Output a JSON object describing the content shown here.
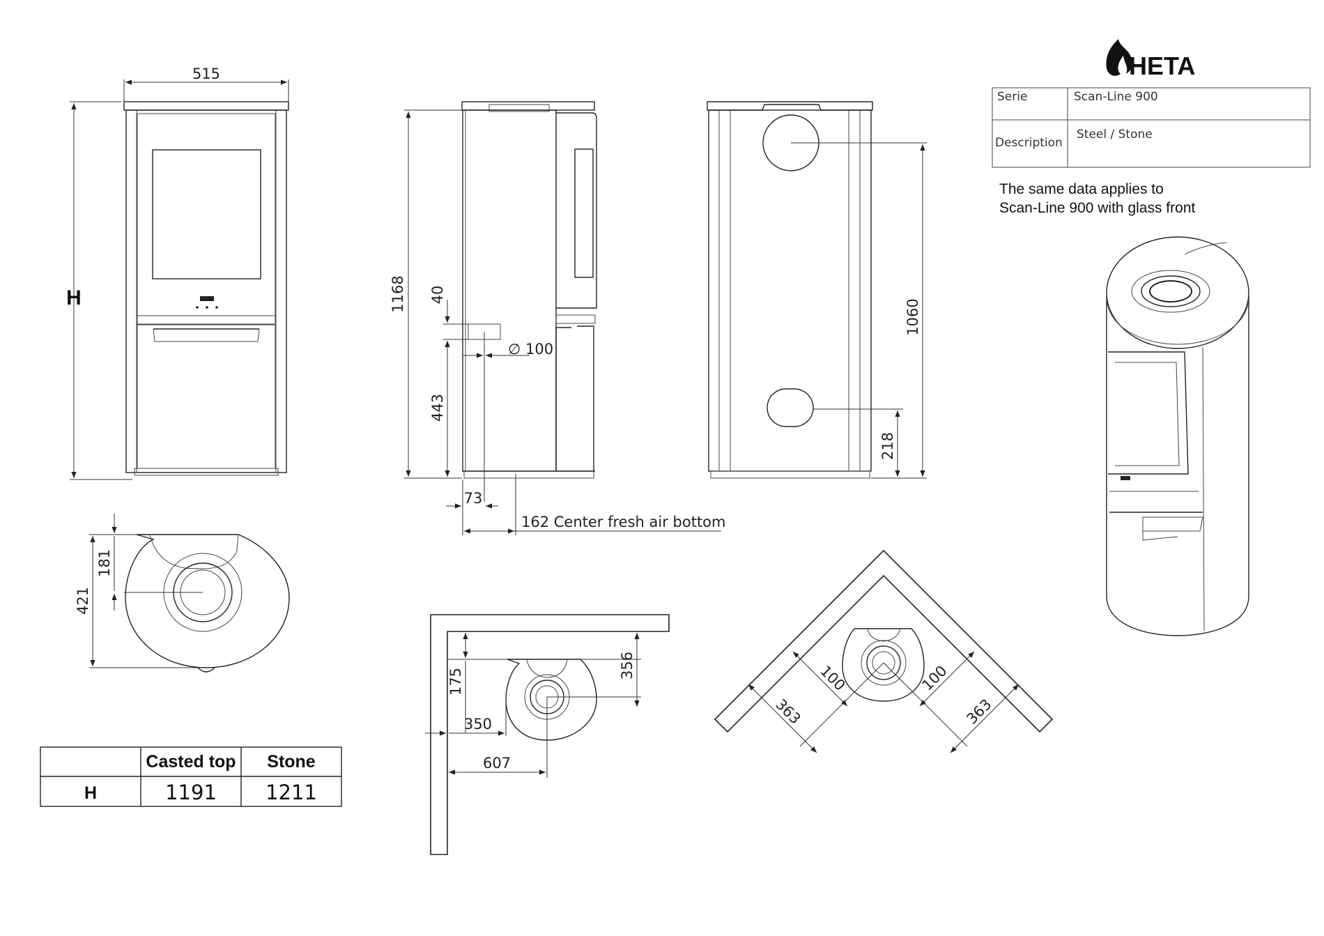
{
  "brand": {
    "name": "HETA"
  },
  "info_table": {
    "rows": [
      {
        "label": "Serie",
        "value": "Scan-Line 900"
      },
      {
        "label": "Description",
        "value": "Steel / Stone"
      }
    ],
    "note_line1": "The same data applies to",
    "note_line2": "Scan-Line 900 with glass front"
  },
  "front_view": {
    "width_dim": "515",
    "height_label": "H"
  },
  "side_view": {
    "height_dim": "1168",
    "dim_40": "40",
    "dim_443": "443",
    "pipe_dim": "∅ 100",
    "dim_73": "73",
    "fresh_air_note": "162 Center fresh air bottom"
  },
  "rear_view": {
    "height_dim": "1060",
    "lower_dim": "218"
  },
  "top_view": {
    "depth_dim": "421",
    "center_dim": "181"
  },
  "wall_view": {
    "dim_175": "175",
    "dim_356": "356",
    "dim_350": "350",
    "dim_607": "607"
  },
  "corner_view": {
    "left_small": "100",
    "left_large": "363",
    "right_small": "100",
    "right_large": "363"
  },
  "height_table": {
    "headers": [
      "Casted top",
      "Stone"
    ],
    "row_label": "H",
    "values": [
      "1191",
      "1211"
    ]
  }
}
